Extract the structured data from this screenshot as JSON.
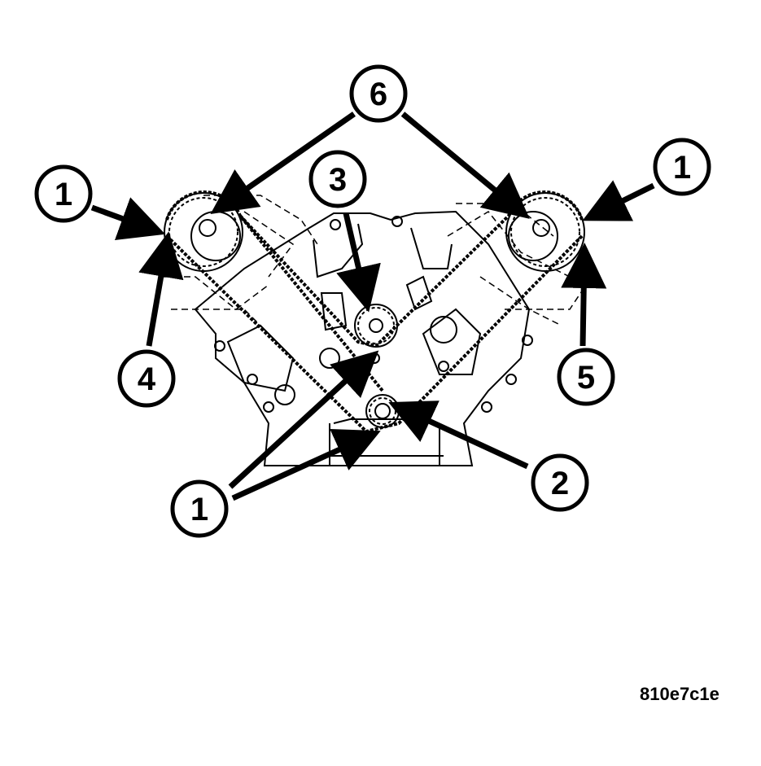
{
  "callouts": [
    {
      "id": "left-camshaft-sprocket-callout-1",
      "label": "1"
    },
    {
      "id": "right-camshaft-sprocket-callout-1",
      "label": "1"
    },
    {
      "id": "crankshaft-sprocket-callout-1",
      "label": "1"
    },
    {
      "id": "crankshaft-sprocket-callout-2",
      "label": "2"
    },
    {
      "id": "idler-sprocket-callout-3",
      "label": "3"
    },
    {
      "id": "left-timing-mark-callout-4",
      "label": "4"
    },
    {
      "id": "right-timing-mark-callout-5",
      "label": "5"
    },
    {
      "id": "camshaft-mark-callout-6",
      "label": "6"
    }
  ],
  "figure_id": "810e7c1e",
  "colors": {
    "ink": "#000000",
    "background": "#ffffff"
  }
}
